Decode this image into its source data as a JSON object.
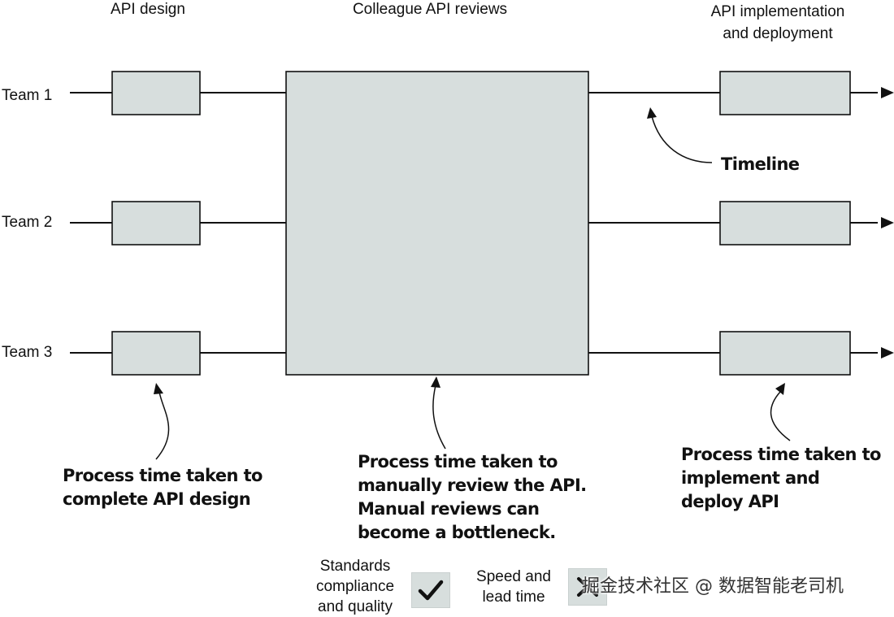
{
  "headers": {
    "design": "API design",
    "review": "Colleague API reviews",
    "impl_line1": "API implementation",
    "impl_line2": "and deployment"
  },
  "teams": [
    "Team 1",
    "Team 2",
    "Team 3"
  ],
  "annotations": {
    "timeline": "Timeline",
    "design_note": [
      "Process time taken to",
      "complete API design"
    ],
    "review_note": [
      "Process time taken to",
      "manually review the API.",
      "Manual reviews can",
      "become a bottleneck."
    ],
    "impl_note": [
      "Process time taken to",
      "implement and",
      "deploy API"
    ]
  },
  "legend": {
    "standards": [
      "Standards",
      "compliance",
      "and quality"
    ],
    "speed": [
      "Speed and",
      "lead time"
    ],
    "standards_icon": "checkmark-icon",
    "speed_icon": "cross-icon"
  },
  "watermark": "掘金技术社区 @ 数据智能老司机",
  "colors": {
    "box_fill": "#d7dedd",
    "line": "#111111"
  }
}
